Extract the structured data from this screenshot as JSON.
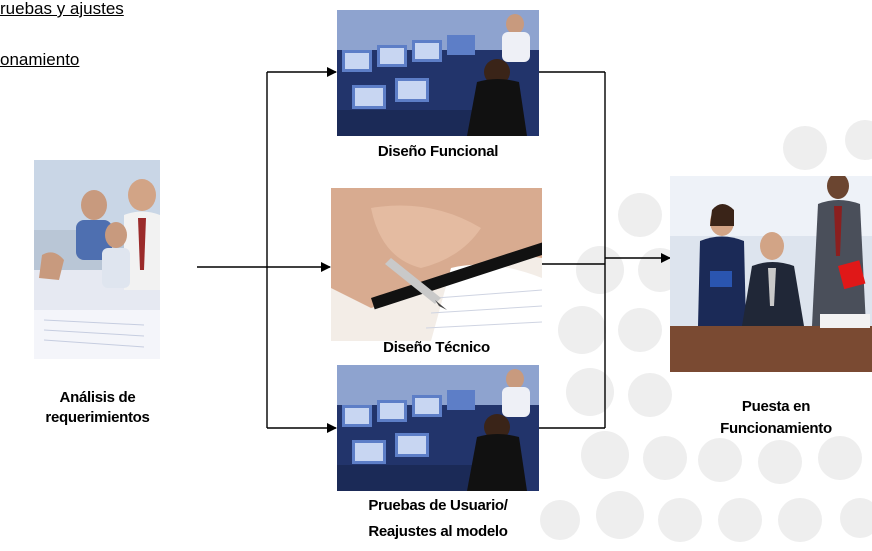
{
  "header_lines": [
    "ruebas y ajustes",
    "onamiento"
  ],
  "nodes": {
    "analisis": "Análisis de\nrequerimientos",
    "diseno_funcional": "Diseño Funcional",
    "diseno_tecnico": "Diseño Técnico",
    "pruebas": "Pruebas de Usuario/\nReajustes al modelo",
    "puesta": "Puesta en\nFuncionamiento"
  },
  "photos": {
    "analisis": "business-meeting-photo",
    "diseno_funcional": "computer-room-photo",
    "diseno_tecnico": "pen-writing-photo",
    "pruebas": "computer-room-photo",
    "puesta": "business-team-photo"
  }
}
